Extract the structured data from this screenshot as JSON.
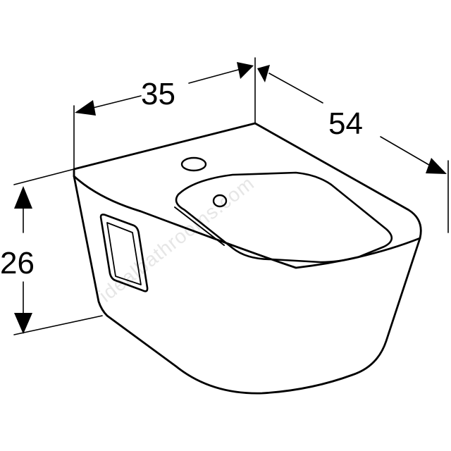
{
  "dimensions": {
    "width": "35",
    "depth": "54",
    "height": "26"
  },
  "watermark": {
    "text": "idealbathrooms.com"
  },
  "colors": {
    "line": "#000000",
    "background": "#ffffff",
    "watermark": "#e6e6e6"
  }
}
